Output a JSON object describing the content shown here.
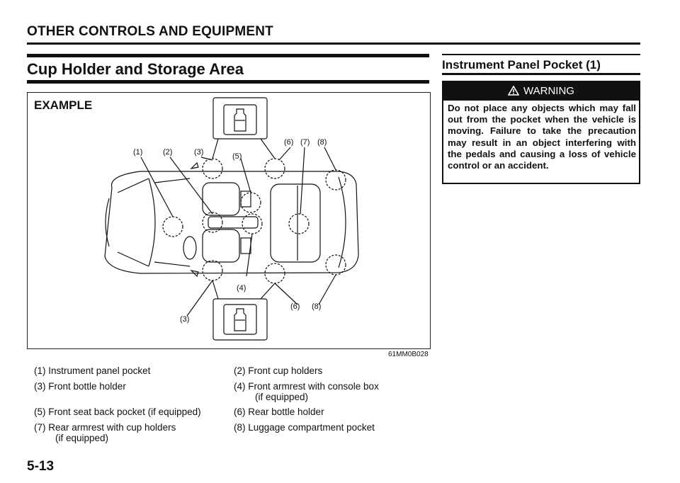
{
  "page": {
    "section_header": "OTHER CONTROLS AND EQUIPMENT",
    "page_number": "5-13"
  },
  "left": {
    "title": "Cup Holder and Storage Area",
    "figure": {
      "example_label": "EXAMPLE",
      "figure_code": "61MM0B028",
      "callouts": [
        "(1)",
        "(2)",
        "(3)",
        "(5)",
        "(6)",
        "(7)",
        "(8)",
        "(4)",
        "(6)",
        "(8)",
        "(3)"
      ]
    },
    "legend": {
      "item1": "(1) Instrument panel pocket",
      "item2": "(2) Front cup holders",
      "item3": "(3) Front bottle holder",
      "item4_line1": "(4) Front armrest with console box",
      "item4_line2": "(if equipped)",
      "item5": "(5) Front seat back pocket (if equipped)",
      "item6": "(6) Rear bottle holder",
      "item7_line1": "(7) Rear armrest with cup holders",
      "item7_line2": "(if equipped)",
      "item8": "(8) Luggage compartment pocket"
    }
  },
  "right": {
    "title": "Instrument Panel Pocket (1)",
    "warning": {
      "icon": "warning-triangle-icon",
      "heading": "WARNING",
      "text": "Do not place any objects which may fall out from the pocket when the vehicle is moving. Failure to take the precaution may result in an object interfering with the pedals and causing a loss of vehicle control or an accident."
    }
  }
}
